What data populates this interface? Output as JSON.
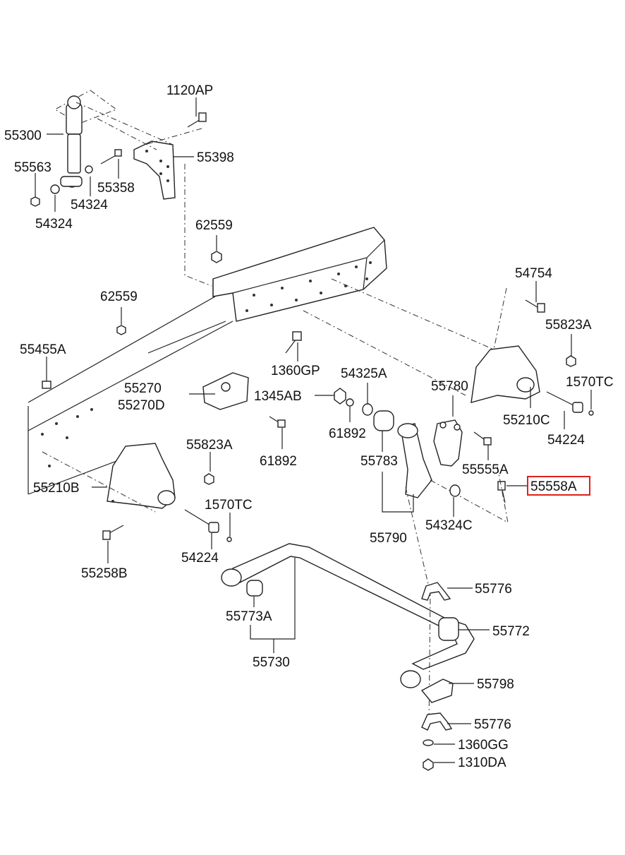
{
  "colors": {
    "highlight": "#e0201b",
    "ink": "#222222"
  },
  "labels": {
    "p1120AP": "1120AP",
    "p55300": "55300",
    "p55398": "55398",
    "p55563": "55563",
    "p55358": "55358",
    "p54324_a": "54324",
    "p54324_b": "54324",
    "p62559_a": "62559",
    "p62559_b": "62559",
    "p54754": "54754",
    "p55823A_a": "55823A",
    "p55455A": "55455A",
    "p1360GP": "1360GP",
    "p54325A": "54325A",
    "p55780": "55780",
    "p1570TC_a": "1570TC",
    "p55270": "55270",
    "p55270D": "55270D",
    "p1345AB": "1345AB",
    "p55210C": "55210C",
    "p61892_a": "61892",
    "p54224_a": "54224",
    "p55823A_b": "55823A",
    "p61892_b": "61892",
    "p55783": "55783",
    "p55555A": "55555A",
    "p55210B": "55210B",
    "p55558A": "55558A",
    "p1570TC_b": "1570TC",
    "p54324C": "54324C",
    "p55790": "55790",
    "p54224_b": "54224",
    "p55258B": "55258B",
    "p55776_a": "55776",
    "p55773A": "55773A",
    "p55772": "55772",
    "p55730": "55730",
    "p55798": "55798",
    "p55776_b": "55776",
    "p1360GG": "1360GG",
    "p1310DA": "1310DA"
  }
}
